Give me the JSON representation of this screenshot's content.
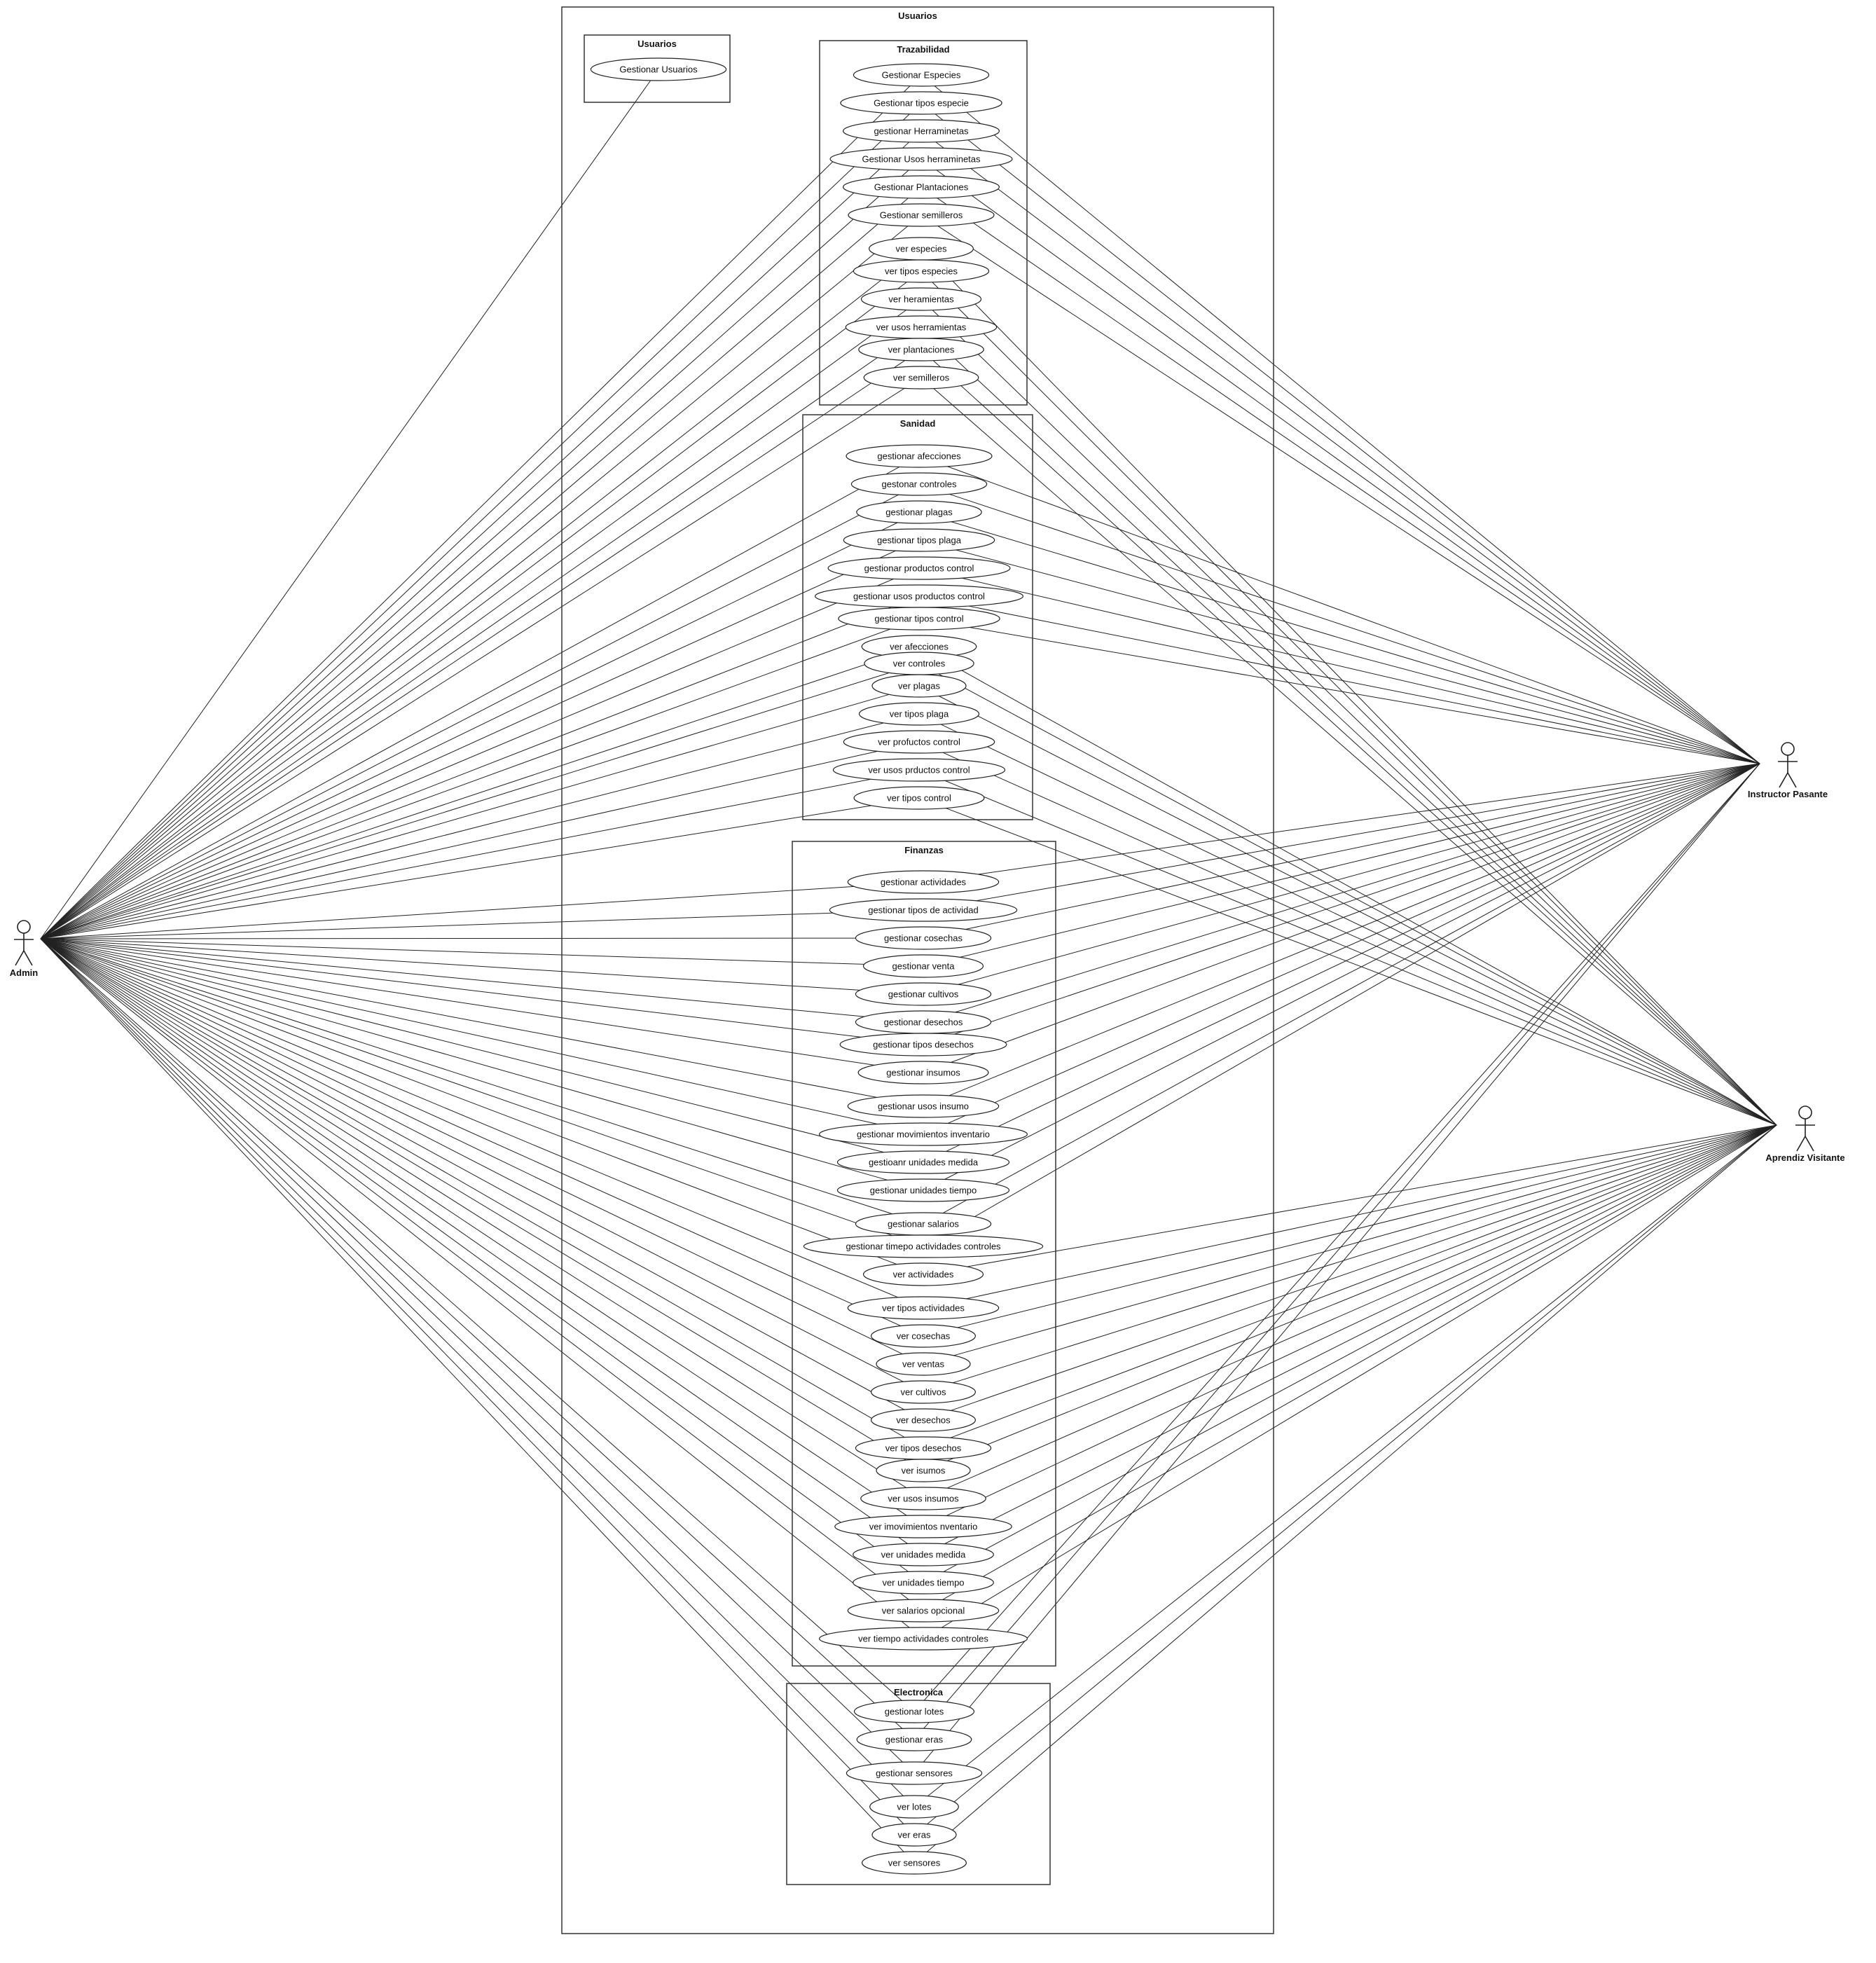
{
  "system": {
    "title": "Usuarios"
  },
  "actors": [
    {
      "id": "admin",
      "name": "Admin"
    },
    {
      "id": "instructor",
      "name": "Instructor Pasante"
    },
    {
      "id": "aprendiz",
      "name": "Aprendiz Visitante"
    }
  ],
  "packages": [
    {
      "id": "usuarios",
      "title": "Usuarios",
      "use_cases": [
        {
          "id": "u1",
          "label": "Gestionar Usuarios",
          "actors": [
            "admin"
          ]
        }
      ]
    },
    {
      "id": "trazabilidad",
      "title": "Trazabilidad",
      "use_cases": [
        {
          "id": "t1",
          "label": "Gestionar Especies",
          "actors": [
            "admin",
            "instructor"
          ]
        },
        {
          "id": "t2",
          "label": "Gestionar tipos especie",
          "actors": [
            "admin",
            "instructor"
          ]
        },
        {
          "id": "t3",
          "label": "gestionar Herraminetas",
          "actors": [
            "admin",
            "instructor"
          ]
        },
        {
          "id": "t4",
          "label": "Gestionar Usos herraminetas",
          "actors": [
            "admin",
            "instructor"
          ]
        },
        {
          "id": "t5",
          "label": "Gestionar Plantaciones",
          "actors": [
            "admin",
            "instructor"
          ]
        },
        {
          "id": "t6",
          "label": "Gestionar semilleros",
          "actors": [
            "admin",
            "instructor"
          ]
        },
        {
          "id": "t7",
          "label": "ver especies",
          "actors": [
            "admin",
            "aprendiz"
          ]
        },
        {
          "id": "t8",
          "label": "ver tipos especies",
          "actors": [
            "admin",
            "aprendiz"
          ]
        },
        {
          "id": "t9",
          "label": "ver heramientas",
          "actors": [
            "admin",
            "aprendiz"
          ]
        },
        {
          "id": "t10",
          "label": "ver usos herramientas",
          "actors": [
            "admin",
            "aprendiz"
          ]
        },
        {
          "id": "t11",
          "label": "ver plantaciones",
          "actors": [
            "admin",
            "aprendiz"
          ]
        },
        {
          "id": "t12",
          "label": "ver semilleros",
          "actors": [
            "admin",
            "aprendiz"
          ]
        }
      ]
    },
    {
      "id": "sanidad",
      "title": "Sanidad",
      "use_cases": [
        {
          "id": "s1",
          "label": "gestionar afecciones",
          "actors": [
            "admin",
            "instructor"
          ]
        },
        {
          "id": "s2",
          "label": "gestonar controles",
          "actors": [
            "admin",
            "instructor"
          ]
        },
        {
          "id": "s3",
          "label": "gestionar plagas",
          "actors": [
            "admin",
            "instructor"
          ]
        },
        {
          "id": "s4",
          "label": "gestionar tipos plaga",
          "actors": [
            "admin",
            "instructor"
          ]
        },
        {
          "id": "s5",
          "label": "gestionar productos control",
          "actors": [
            "admin",
            "instructor"
          ]
        },
        {
          "id": "s6",
          "label": "gestionar usos productos control",
          "actors": [
            "admin",
            "instructor"
          ]
        },
        {
          "id": "s7",
          "label": "gestionar tipos control",
          "actors": [
            "admin",
            "instructor"
          ]
        },
        {
          "id": "s8",
          "label": "ver afecciones",
          "actors": [
            "admin",
            "aprendiz"
          ]
        },
        {
          "id": "s9",
          "label": "ver controles",
          "actors": [
            "admin",
            "aprendiz"
          ]
        },
        {
          "id": "s10",
          "label": "ver plagas",
          "actors": [
            "admin",
            "aprendiz"
          ]
        },
        {
          "id": "s11",
          "label": "ver tipos plaga",
          "actors": [
            "admin",
            "aprendiz"
          ]
        },
        {
          "id": "s12",
          "label": "ver profuctos control",
          "actors": [
            "admin",
            "aprendiz"
          ]
        },
        {
          "id": "s13",
          "label": "ver usos prductos control",
          "actors": [
            "admin",
            "aprendiz"
          ]
        },
        {
          "id": "s14",
          "label": "ver tipos control",
          "actors": [
            "admin",
            "aprendiz"
          ]
        }
      ]
    },
    {
      "id": "finanzas",
      "title": "Finanzas",
      "use_cases": [
        {
          "id": "f1",
          "label": "gestionar actividades",
          "actors": [
            "admin",
            "instructor"
          ]
        },
        {
          "id": "f2",
          "label": "gestionar tipos de actividad",
          "actors": [
            "admin",
            "instructor"
          ]
        },
        {
          "id": "f3",
          "label": "gestionar cosechas",
          "actors": [
            "admin",
            "instructor"
          ]
        },
        {
          "id": "f4",
          "label": "gestionar venta",
          "actors": [
            "admin",
            "instructor"
          ]
        },
        {
          "id": "f5",
          "label": "gestionar cultivos",
          "actors": [
            "admin",
            "instructor"
          ]
        },
        {
          "id": "f6",
          "label": "gestionar desechos",
          "actors": [
            "admin",
            "instructor"
          ]
        },
        {
          "id": "f7",
          "label": "gestionar tipos desechos",
          "actors": [
            "admin",
            "instructor"
          ]
        },
        {
          "id": "f8",
          "label": "gestionar insumos",
          "actors": [
            "admin",
            "instructor"
          ]
        },
        {
          "id": "f9",
          "label": "gestionar usos insumo",
          "actors": [
            "admin",
            "instructor"
          ]
        },
        {
          "id": "f10",
          "label": "gestionar movimientos inventario",
          "actors": [
            "admin",
            "instructor"
          ]
        },
        {
          "id": "f11",
          "label": "gestioanr unidades medida",
          "actors": [
            "admin",
            "instructor"
          ]
        },
        {
          "id": "f12",
          "label": "gestionar unidades tiempo",
          "actors": [
            "admin",
            "instructor"
          ]
        },
        {
          "id": "f13",
          "label": "gestionar salarios",
          "actors": [
            "admin",
            "instructor"
          ]
        },
        {
          "id": "f14",
          "label": "gestionar timepo actividades controles",
          "actors": [
            "admin",
            "instructor"
          ]
        },
        {
          "id": "f15",
          "label": "ver actividades",
          "actors": [
            "admin",
            "aprendiz"
          ]
        },
        {
          "id": "f16",
          "label": "ver tipos actividades",
          "actors": [
            "admin",
            "aprendiz"
          ]
        },
        {
          "id": "f17",
          "label": "ver cosechas",
          "actors": [
            "admin",
            "aprendiz"
          ]
        },
        {
          "id": "f18",
          "label": "ver ventas",
          "actors": [
            "admin",
            "aprendiz"
          ]
        },
        {
          "id": "f19",
          "label": "ver cultivos",
          "actors": [
            "admin",
            "aprendiz"
          ]
        },
        {
          "id": "f20",
          "label": "ver desechos",
          "actors": [
            "admin",
            "aprendiz"
          ]
        },
        {
          "id": "f21",
          "label": "ver tipos desechos",
          "actors": [
            "admin",
            "aprendiz"
          ]
        },
        {
          "id": "f22",
          "label": "ver isumos",
          "actors": [
            "admin",
            "aprendiz"
          ]
        },
        {
          "id": "f23",
          "label": "ver usos insumos",
          "actors": [
            "admin",
            "aprendiz"
          ]
        },
        {
          "id": "f24",
          "label": "ver imovimientos nventario",
          "actors": [
            "admin",
            "aprendiz"
          ]
        },
        {
          "id": "f25",
          "label": "ver unidades medida",
          "actors": [
            "admin",
            "aprendiz"
          ]
        },
        {
          "id": "f26",
          "label": "ver unidades tiempo",
          "actors": [
            "admin",
            "aprendiz"
          ]
        },
        {
          "id": "f27",
          "label": "ver salarios opcional",
          "actors": [
            "admin",
            "aprendiz"
          ]
        },
        {
          "id": "f28",
          "label": "ver tiempo actividades controles",
          "actors": [
            "admin",
            "aprendiz"
          ]
        }
      ]
    },
    {
      "id": "electronica",
      "title": "Electronica",
      "use_cases": [
        {
          "id": "e1",
          "label": "gestionar lotes",
          "actors": [
            "admin",
            "instructor"
          ]
        },
        {
          "id": "e2",
          "label": "gestionar eras",
          "actors": [
            "admin",
            "instructor"
          ]
        },
        {
          "id": "e3",
          "label": "gestionar sensores",
          "actors": [
            "admin",
            "instructor"
          ]
        },
        {
          "id": "e4",
          "label": "ver lotes",
          "actors": [
            "admin",
            "aprendiz"
          ]
        },
        {
          "id": "e5",
          "label": "ver eras",
          "actors": [
            "admin",
            "aprendiz"
          ]
        },
        {
          "id": "e6",
          "label": "ver sensores",
          "actors": [
            "admin",
            "aprendiz"
          ]
        }
      ]
    }
  ],
  "colors": {
    "line": "#222222",
    "frame": "#333333",
    "background": "#ffffff"
  }
}
